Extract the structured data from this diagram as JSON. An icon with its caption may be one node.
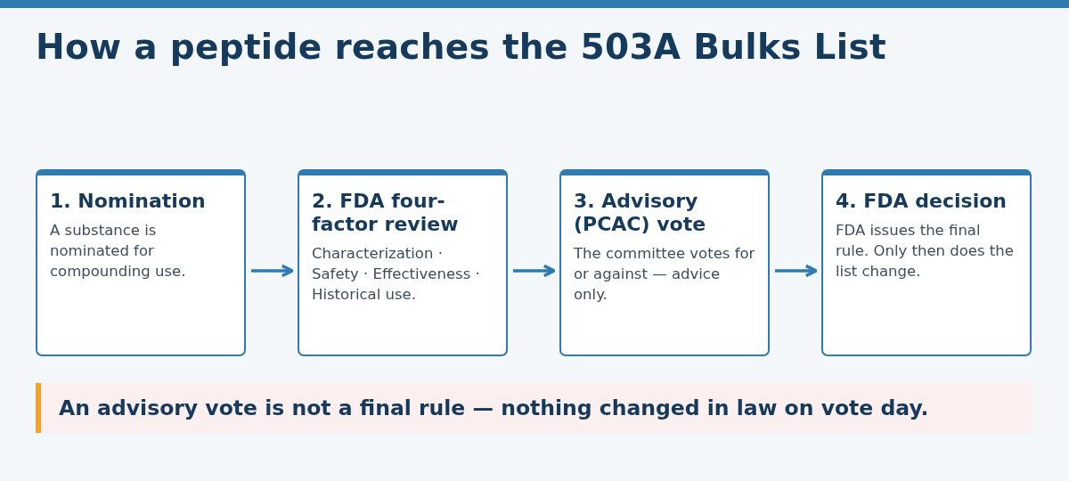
{
  "diagram": {
    "title": "How a peptide reaches the 503A Bulks List",
    "nodes": [
      {
        "text": [
          "1. Nomination",
          "A substance is nominated for compounding use."
        ]
      },
      {
        "text": [
          "2. FDA four-factor review",
          "Characterization · Safety · Effectiveness · Historical use."
        ]
      },
      {
        "text": [
          "3. Advisory (PCAC) vote",
          "The committee votes for or against — advice only."
        ]
      },
      {
        "text": [
          "4. FDA decision",
          "FDA issues the final rule. Only then does the list change."
        ]
      },
      {
        "text": [
          "An advisory vote is not a final rule — nothing changed in law on vote day."
        ]
      }
    ],
    "edges": [
      {
        "from": 0,
        "to": 1,
        "arrow": "to"
      },
      {
        "from": 1,
        "to": 2,
        "arrow": "to"
      },
      {
        "from": 2,
        "to": 3,
        "arrow": "to"
      }
    ]
  }
}
